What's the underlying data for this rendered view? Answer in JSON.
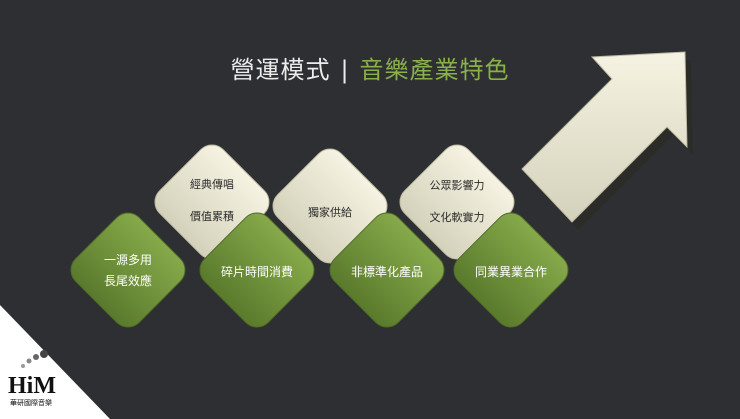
{
  "title": {
    "left": "營運模式",
    "separator": "|",
    "right": "音樂產業特色"
  },
  "cream_tiles": [
    {
      "lines": [
        "經典傳唱",
        "價值累積"
      ]
    },
    {
      "lines": [
        "獨家供給"
      ]
    },
    {
      "lines": [
        "公眾影響力",
        "文化軟實力"
      ]
    }
  ],
  "green_tiles": [
    {
      "lines": [
        "一源多用",
        "長尾效應"
      ]
    },
    {
      "lines": [
        "碎片時間消費"
      ]
    },
    {
      "lines": [
        "非標準化產品"
      ]
    },
    {
      "lines": [
        "同業異業合作"
      ]
    }
  ],
  "logo": {
    "text": "HiM",
    "subtitle": "華研國際音樂"
  },
  "colors": {
    "green": "#6b8a36",
    "cream": "#e9e6d2",
    "background": "#2e2f33",
    "accent_title": "#8ab04a"
  }
}
